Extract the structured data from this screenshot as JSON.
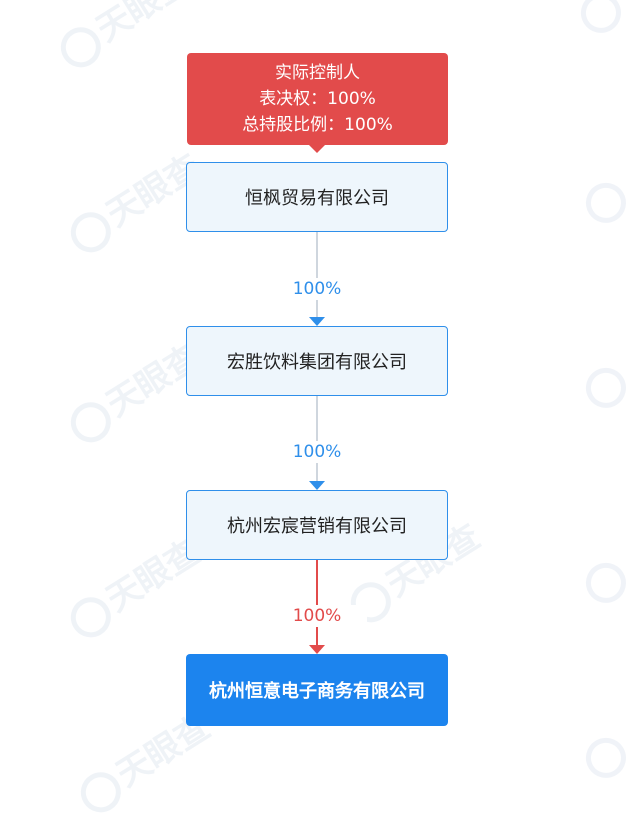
{
  "controller": {
    "title": "实际控制人",
    "voting_right": "表决权：100%",
    "total_share": "总持股比例：100%"
  },
  "companies": [
    "恒枫贸易有限公司",
    "宏胜饮料集团有限公司",
    "杭州宏宸营销有限公司",
    "杭州恒意电子商务有限公司"
  ],
  "edges": [
    {
      "percent": "100%",
      "color": "#2f8fea"
    },
    {
      "percent": "100%",
      "color": "#2f8fea"
    },
    {
      "percent": "100%",
      "color": "#e24b4b"
    }
  ],
  "colors": {
    "controller": "#e24b4b",
    "node_border": "#2f8fea",
    "node_fill": "#eef6fc",
    "final_fill": "#1c84ee"
  }
}
